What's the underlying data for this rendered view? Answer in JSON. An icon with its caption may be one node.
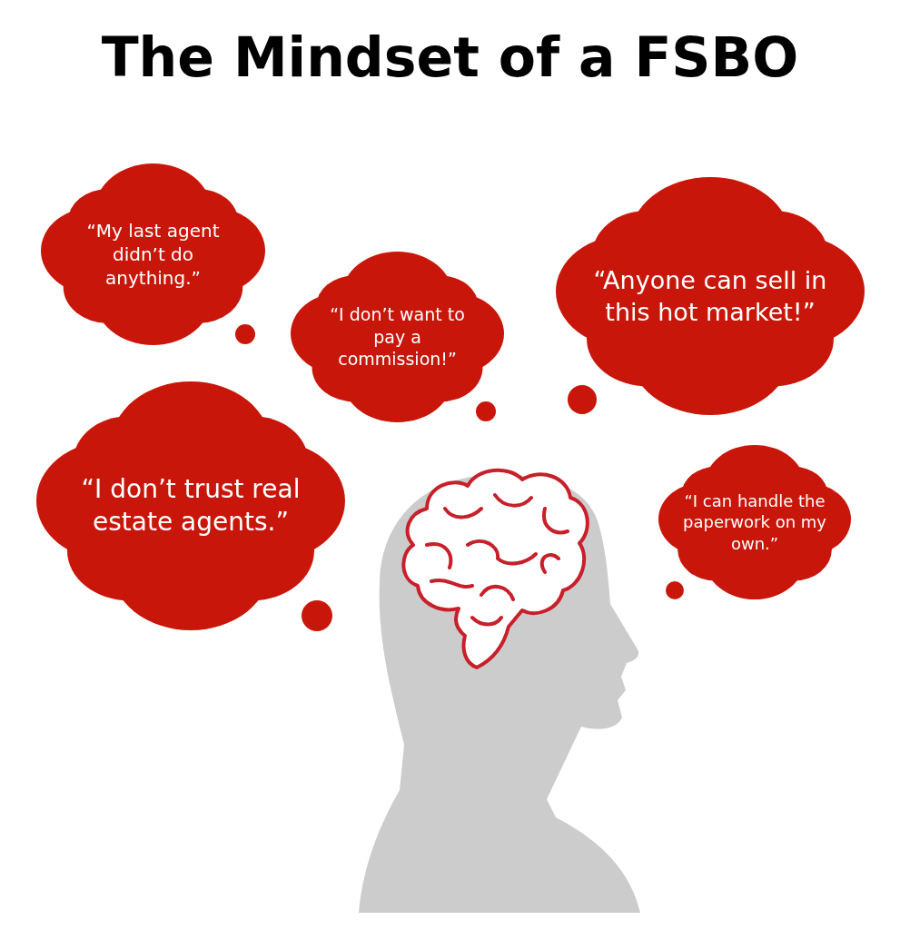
{
  "diagram": {
    "title": "The Mindset of a FSBO",
    "nodes": [
      {
        "text": [
          "“My last agent didn’t do anything.”"
        ]
      },
      {
        "text": [
          "“I don’t want to pay a commission!”"
        ]
      },
      {
        "text": [
          "“Anyone can sell in this hot market!”"
        ]
      },
      {
        "text": [
          "“I don’t trust real estate agents.”"
        ]
      },
      {
        "text": [
          "“I can handle the paperwork on my own.”"
        ]
      }
    ]
  }
}
